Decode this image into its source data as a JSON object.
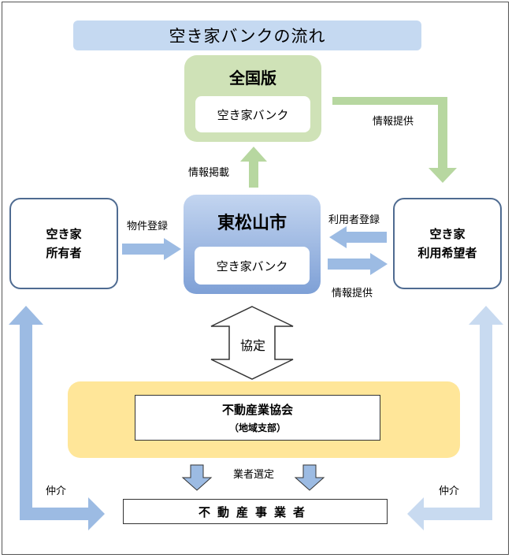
{
  "title": "空き家バンクの流れ",
  "national": {
    "title": "全国版",
    "bank": "空き家バンク"
  },
  "city": {
    "title": "東松山市",
    "bank": "空き家バンク"
  },
  "owner": {
    "line1": "空き家",
    "line2": "所有者"
  },
  "user": {
    "line1": "空き家",
    "line2": "利用希望者"
  },
  "association": {
    "name": "不動産業協会",
    "sub": "（地域支部）"
  },
  "dealer": "不動産事業者",
  "labels": {
    "info_post": "情報掲載",
    "info_provide_national": "情報提供",
    "property_register": "物件登録",
    "user_register": "利用者登録",
    "info_provide_city": "情報提供",
    "agreement": "協定",
    "dealer_select": "業者選定",
    "broker_left": "仲介",
    "broker_right": "仲介"
  },
  "colors": {
    "title_banner": "#c5d9f1",
    "national": "#cfe2b7",
    "green_arrow": "#b7d7a0",
    "city_top": "#c3d5f0",
    "city_bottom": "#7ea0d6",
    "blue_arrow": "#9cbbe3",
    "light_blue_arrow": "#c8daf0",
    "association": "#ffe699",
    "box_border": "#4f6b91"
  }
}
